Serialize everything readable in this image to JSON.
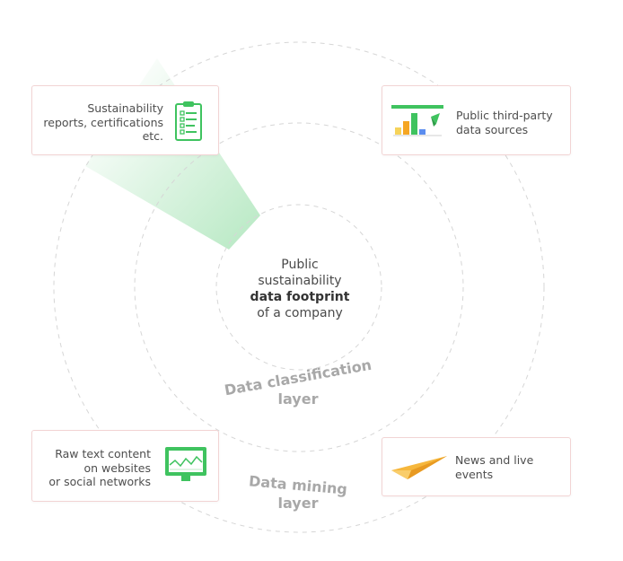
{
  "center": {
    "line1": "Public",
    "line2": "sustainability",
    "line3_bold": "data footprint",
    "line4": "of a company"
  },
  "layers": {
    "classification": {
      "line1": "Data classification",
      "line2": "layer"
    },
    "mining": {
      "line1": "Data mining",
      "line2": "layer"
    }
  },
  "cards": {
    "reports": {
      "line1": "Sustainability",
      "line2": "reports, certifications",
      "line3": "etc.",
      "icon": "clipboard-checklist-icon"
    },
    "third_party": {
      "line1": "Public third-party",
      "line2": "data sources",
      "icon": "bar-chart-icon"
    },
    "raw_text": {
      "line1": "Raw text content",
      "line2": "on websites",
      "line3": "or social networks",
      "icon": "monitor-icon"
    },
    "news": {
      "line1": "News and live",
      "line2": "events",
      "icon": "paper-plane-icon"
    }
  },
  "colors": {
    "accent_green": "#3fc35f",
    "ring_dash": "#d6d6d6",
    "card_border": "#f2d4d4",
    "layer_label": "#a8a8a8",
    "bar_green": "#3fc35f",
    "bar_orange": "#f5a623",
    "bar_yellow": "#f6d35a",
    "bar_blue": "#5b8def",
    "plane_yellow": "#f6b73c"
  }
}
